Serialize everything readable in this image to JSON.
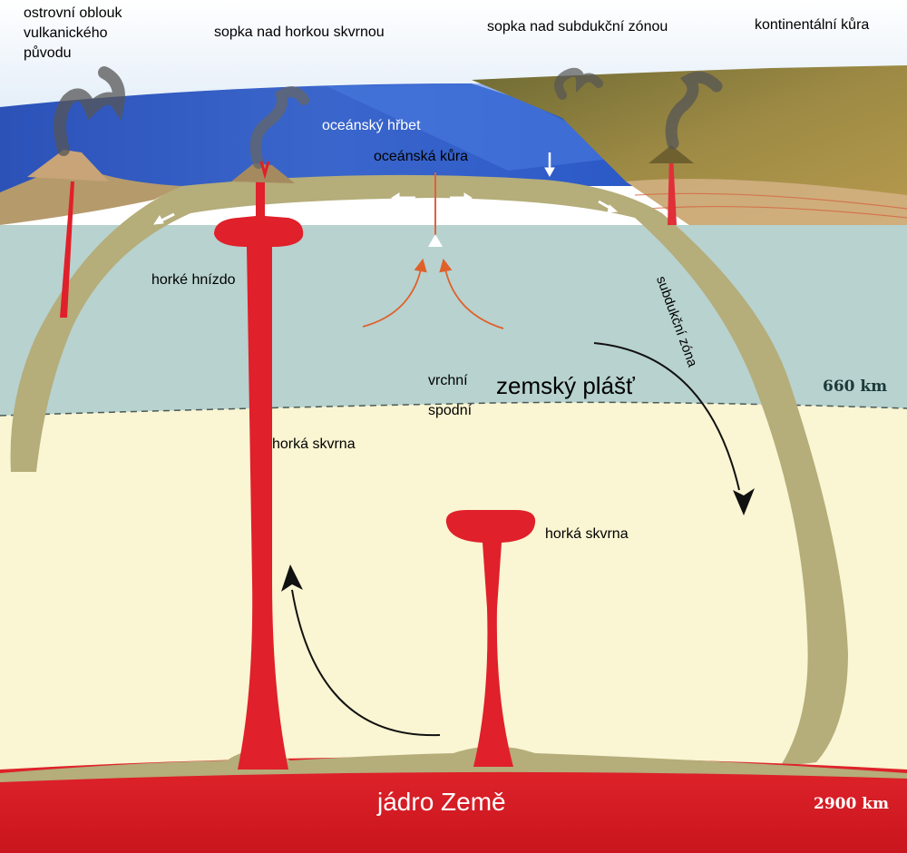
{
  "labels": {
    "island_arc": [
      "ostrovní oblouk",
      "vulkanického",
      "původu"
    ],
    "hotspot_volcano": "sopka nad horkou skvrnou",
    "subduction_volcano": "sopka nad subdukční zónou",
    "continental_crust": "kontinentální kůra",
    "ocean_ridge": "oceánský hřbet",
    "oceanic_crust": "oceánská kůra",
    "hot_nest": "horké hnízdo",
    "subduction_zone": "subdukční zóna",
    "upper": "vrchní",
    "lower": "spodní",
    "mantle": "zemský plášť",
    "hotspot_1": "horká skvrna",
    "hotspot_2": "horká skvrna",
    "core": "jádro Země"
  },
  "depths": {
    "d660": "660 km",
    "d2900": "2900 km"
  },
  "colors": {
    "ocean": "#2f5fc4",
    "upper_mantle": "#b7d2cf",
    "lower_mantle": "#faf5d2",
    "plate": "#b5ad7a",
    "plume": "#e0202a",
    "core": "#dd1c24",
    "continent": "#8a7a3e"
  }
}
